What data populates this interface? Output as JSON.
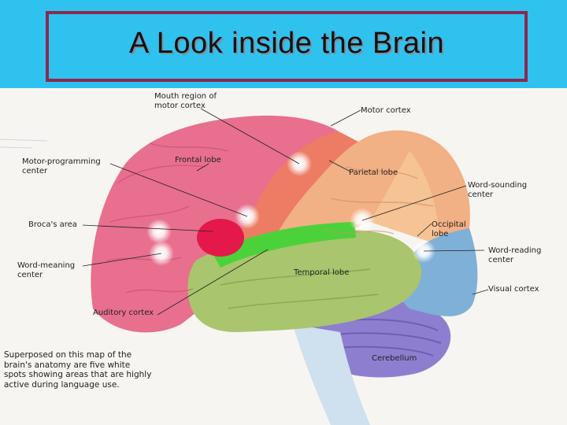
{
  "header": {
    "title": "A Look inside the Brain"
  },
  "colors": {
    "header_bg": "#2fc2ef",
    "title_border": "#8a2a50"
  },
  "labels": {
    "mouth_region": [
      "Mouth region of",
      "motor cortex"
    ],
    "motor_cortex": "Motor cortex",
    "motor_programming": [
      "Motor-programming",
      "center"
    ],
    "frontal_lobe": "Frontal lobe",
    "parietal_lobe": "Parietal lobe",
    "word_sounding": [
      "Word-sounding",
      "center"
    ],
    "brocas_area": "Broca's area",
    "occipital_lobe": [
      "Occipital",
      "lobe"
    ],
    "word_reading": [
      "Word-reading",
      "center"
    ],
    "word_meaning": [
      "Word-meaning",
      "center"
    ],
    "temporal_lobe": "Temporal lobe",
    "visual_cortex": "Visual cortex",
    "auditory_cortex": "Auditory cortex",
    "cerebellum": "Cerebellum"
  },
  "caption": [
    "Superposed on this map of the",
    "brain's anatomy are five white",
    "spots showing areas that are highly",
    "active during language use."
  ]
}
